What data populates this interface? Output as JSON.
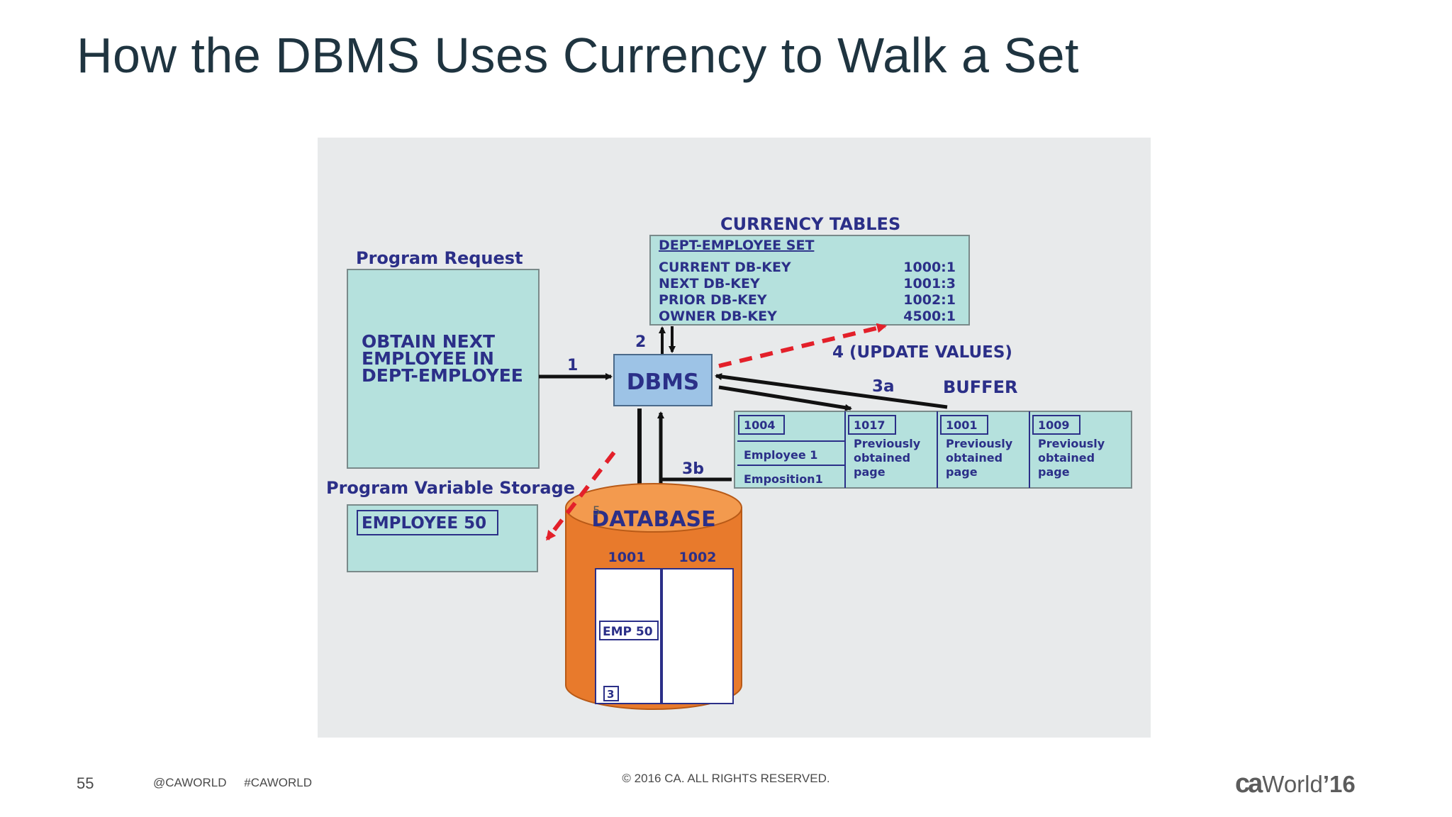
{
  "slide": {
    "title": "How the DBMS Uses Currency to Walk a Set",
    "page_number": "55",
    "social": [
      "@CAWORLD",
      "#CAWORLD"
    ],
    "copyright": "© 2016 CA. ALL RIGHTS RESERVED.",
    "logo": {
      "ca": "ca",
      "world": "World",
      "year": "’16"
    }
  },
  "diagram": {
    "program_request": {
      "heading": "Program Request",
      "lines": [
        "OBTAIN NEXT",
        "EMPLOYEE IN",
        "DEPT-EMPLOYEE"
      ]
    },
    "currency_tables": {
      "heading": "CURRENCY TABLES",
      "set_name": "DEPT-EMPLOYEE SET",
      "rows": [
        {
          "key": "CURRENT DB-KEY",
          "value": "1000:1"
        },
        {
          "key": "NEXT DB-KEY",
          "value": "1001:3"
        },
        {
          "key": "PRIOR DB-KEY",
          "value": "1002:1"
        },
        {
          "key": "OWNER DB-KEY",
          "value": "4500:1"
        }
      ]
    },
    "dbms_label": "DBMS",
    "step_labels": {
      "s1": "1",
      "s2": "2",
      "s3a": "3a",
      "s3b": "3b",
      "s4": "4  (UPDATE VALUES)",
      "s5": "5"
    },
    "buffer": {
      "heading": "BUFFER",
      "first_page": {
        "id": "1004",
        "records": [
          "Employee 1",
          "Emposition1"
        ]
      },
      "pages": [
        {
          "id": "1017",
          "lines": [
            "Previously",
            "obtained",
            "page"
          ]
        },
        {
          "id": "1001",
          "lines": [
            "Previously",
            "obtained",
            "page"
          ]
        },
        {
          "id": "1009",
          "lines": [
            "Previously",
            "obtained",
            "page"
          ]
        }
      ]
    },
    "program_variable_storage": {
      "heading": "Program Variable Storage",
      "value": "EMPLOYEE 50"
    },
    "database": {
      "label": "DATABASE",
      "pages": [
        "1001",
        "1002"
      ],
      "record": "EMP 50",
      "record_index": "3"
    },
    "colors": {
      "box_fill": "#b5e1dd",
      "text": "#2b2f88",
      "dbms_fill": "#9dc3e6",
      "cylinder": "#e87a2c",
      "arrow": "#111111",
      "dashed_arrow": "#e3202a"
    }
  }
}
